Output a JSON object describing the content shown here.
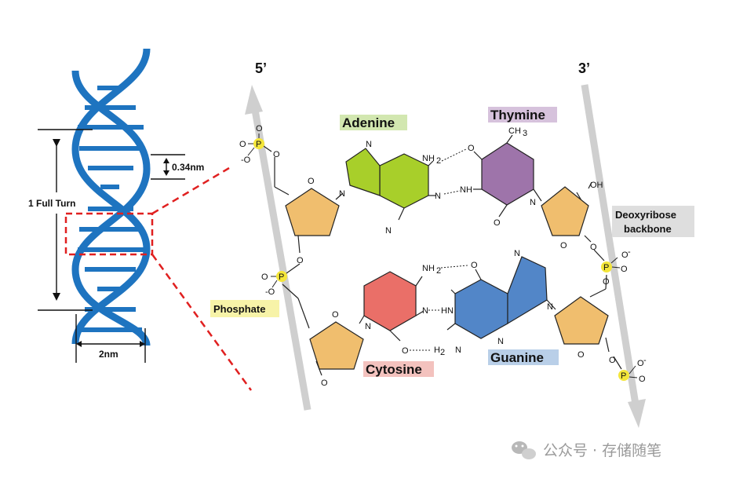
{
  "helix": {
    "full_turn_label": "1 Full Turn",
    "rise_label": "0.34nm",
    "width_label": "2nm",
    "color": "#1e74c0"
  },
  "strands": {
    "five_prime": "5’",
    "three_prime": "3’"
  },
  "bases": {
    "adenine": {
      "name": "Adenine",
      "fill": "#a8cf2a",
      "label_bg": "#d2e7b0"
    },
    "thymine": {
      "name": "Thymine",
      "fill": "#9e74aa",
      "label_bg": "#d6c2dc",
      "methyl": "CH",
      "methyl_sub": "3"
    },
    "cytosine": {
      "name": "Cytosine",
      "fill": "#ea6f68",
      "label_bg": "#f3c2be"
    },
    "guanine": {
      "name": "Guanine",
      "fill": "#5286c8",
      "label_bg": "#b9cfe8"
    }
  },
  "labels": {
    "phosphate": "Phosphate",
    "backbone_line1": "Deoxyribose",
    "backbone_line2": "backbone"
  },
  "atoms": {
    "O": "O",
    "P": "P",
    "N": "N",
    "NH": "NH",
    "HN": "HN",
    "OH": "OH",
    "NH2": "NH",
    "H2N": "N",
    "H": "H",
    "sub2": "2",
    "O_minus": "O",
    "minus": "-",
    "neg_O": "-O"
  },
  "colors": {
    "sugar": "#f0be6e",
    "phosphate": "#f4e63a",
    "arrow": "#cfcfcf",
    "zoom": "#e02020",
    "phosphate_label_bg": "#f7f3a8",
    "backbone_label_bg": "#dedede"
  },
  "watermark": "公众号 · 存储随笔"
}
